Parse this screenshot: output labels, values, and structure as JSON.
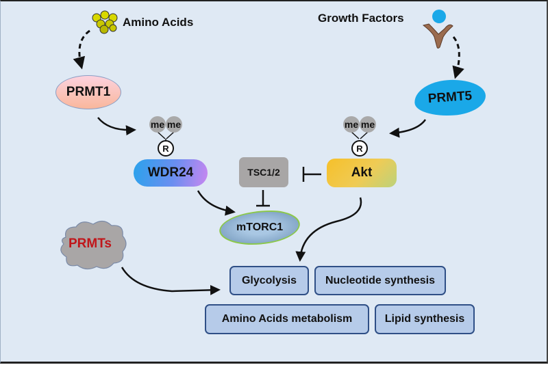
{
  "inputs": {
    "amino_acids": "Amino Acids",
    "growth_factors": "Growth Factors"
  },
  "nodes": {
    "prmt1": "PRMT1",
    "prmt5": "PRMT5",
    "prmts": "PRMTs",
    "wdr24": "WDR24",
    "akt": "Akt",
    "tsc": "TSC1/2",
    "mtorc1": "mTORC1"
  },
  "methylation": {
    "me": "me",
    "residue": "R"
  },
  "outputs": [
    {
      "label": "Glycolysis"
    },
    {
      "label": "Nucleotide synthesis"
    },
    {
      "label": "Amino Acids metabolism"
    },
    {
      "label": "Lipid synthesis"
    }
  ],
  "colors": {
    "background": "#dfe9f4",
    "prmt5": "#1aa8e8",
    "prmts_text": "#c0161a",
    "output_box": "#b6cbe9",
    "output_border": "#2f4f86"
  }
}
